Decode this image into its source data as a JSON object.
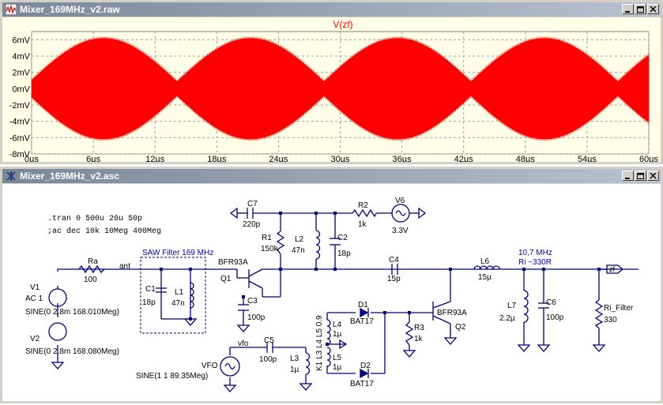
{
  "waveform_window": {
    "title": "Mixer_169MHz_v2.raw",
    "trace_name": "V(zf)",
    "trace_color": "#ff0000",
    "background": "#ffffe8"
  },
  "chart_data": {
    "type": "line",
    "title": "V(zf)",
    "xlabel": "",
    "ylabel": "",
    "x_ticks": [
      "0µs",
      "6µs",
      "12µs",
      "18µs",
      "24µs",
      "30µs",
      "36µs",
      "42µs",
      "48µs",
      "54µs",
      "60µs"
    ],
    "y_ticks": [
      "6mV",
      "4mV",
      "2mV",
      "0mV",
      "-2mV",
      "-4mV",
      "-6mV",
      "-8mV"
    ],
    "xlim_us": [
      0,
      60
    ],
    "ylim_mV": [
      -8,
      7
    ],
    "grid": true,
    "series": [
      {
        "name": "V(zf)",
        "envelope_period_us": 14.2857,
        "envelope_peak_mV": 6.2,
        "envelope_min_mV": 0.9,
        "envelope_peaks_at_us": [
          7,
          21.3,
          35.6,
          49.9
        ]
      }
    ]
  },
  "schematic_window": {
    "title": "Mixer_169MHz_v2.asc",
    "directives": [
      ".tran 0 500u 20u 50p",
      ";ac dec 10k 10Meg 400Meg"
    ],
    "saw_label": "SAW Filter 169 MHz",
    "if_label_1": "10,7 MHz",
    "if_label_2": "Ri ~330R",
    "nets": {
      "ant": "ant",
      "vfo": "vfo",
      "zf": "zf"
    },
    "components": {
      "v1_name": "V1",
      "v1_val": "AC 1",
      "v1_src": "SINE(0 2.8m 168.010Meg)",
      "v2_name": "V2",
      "v2_src": "SINE(0 2.8m 168.080Meg)",
      "ra_name": "Ra",
      "ra_val": "100",
      "c1_name": "C1",
      "c1_val": "18p",
      "l1_name": "L1",
      "l1_val": "47n",
      "q1_name": "Q1",
      "q1_type": "BFR93A",
      "c3_name": "C3",
      "c3_val": "100p",
      "r1_name": "R1",
      "r1_val": "150k",
      "c7_name": "C7",
      "c7_val": "220p",
      "l2_name": "L2",
      "l2_val": "47n",
      "c2_name": "C2",
      "c2_val": "18p",
      "r2_name": "R2",
      "r2_val": "1k",
      "v6_name": "V6",
      "v6_val": "3.3V",
      "c4_name": "C4",
      "c4_val": "15p",
      "l6_name": "L6",
      "l6_val": "15µ",
      "l7_name": "L7",
      "l7_val": "2.2µ",
      "c6_name": "C6",
      "c6_val": "100p",
      "rif_name": "Ri_Filter",
      "rif_val": "330",
      "q2_name": "Q2",
      "q2_type": "BFR93A",
      "d1_name": "D1",
      "d1_val": "BAT17",
      "d2_name": "D2",
      "d2_val": "BAT17",
      "r3_name": "R3",
      "r3_val": "1k",
      "l4_name": "L4",
      "l4_val": "1µ",
      "l5_name": "L5",
      "l5_val": "1µ",
      "l3_name": "L3",
      "l3_val": "1µ",
      "c5_name": "C5",
      "c5_val": "100p",
      "vfo_name": "VFO",
      "vfo_src": "SINE(1 1 89.35Meg)",
      "coupling": "K1 L3 L4 L5 0.9"
    }
  }
}
